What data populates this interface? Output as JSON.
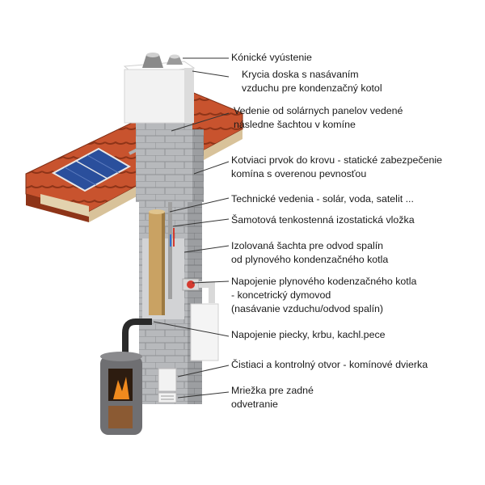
{
  "labels": {
    "l1": [
      "Kónické vyústenie"
    ],
    "l2": [
      "Krycia doska s nasávaním",
      "vzduchu pre kondenzačný kotol"
    ],
    "l3": [
      "Vedenie od solárnych panelov vedené",
      "následne šachtou v komíne"
    ],
    "l4": [
      "Kotviaci prvok do krovu - statické zabezpečenie",
      "komína s overenou pevnosťou"
    ],
    "l5": [
      "Technické vedenia - solár, voda, satelit ..."
    ],
    "l6": [
      "Šamotová tenkostenná izostatická vložka"
    ],
    "l7": [
      "Izolovaná šachta pre odvod spalín",
      "od plynového kondenzačného kotla"
    ],
    "l8": [
      "Napojenie plynového kodenzačného kotla",
      " - koncetrický dymovod",
      "(nasávanie vzduchu/odvod spalín)"
    ],
    "l9": [
      "Napojenie piecky, krbu, kachl.pece"
    ],
    "l10": [
      "Čistiaci a kontrolný otvor - komínové dvierka"
    ],
    "l11": [
      "Mriežka pre zadné",
      "odvetranie"
    ]
  },
  "colors": {
    "roof_tile": "#c8532e",
    "roof_shadow": "#8e3418",
    "solar_panel": "#2a4f9c",
    "block": "#b7b9bc",
    "cap": "#f2f2f2",
    "liner": "#c9a263",
    "stove": "#6f6f72",
    "fire": "#f08a1e"
  }
}
